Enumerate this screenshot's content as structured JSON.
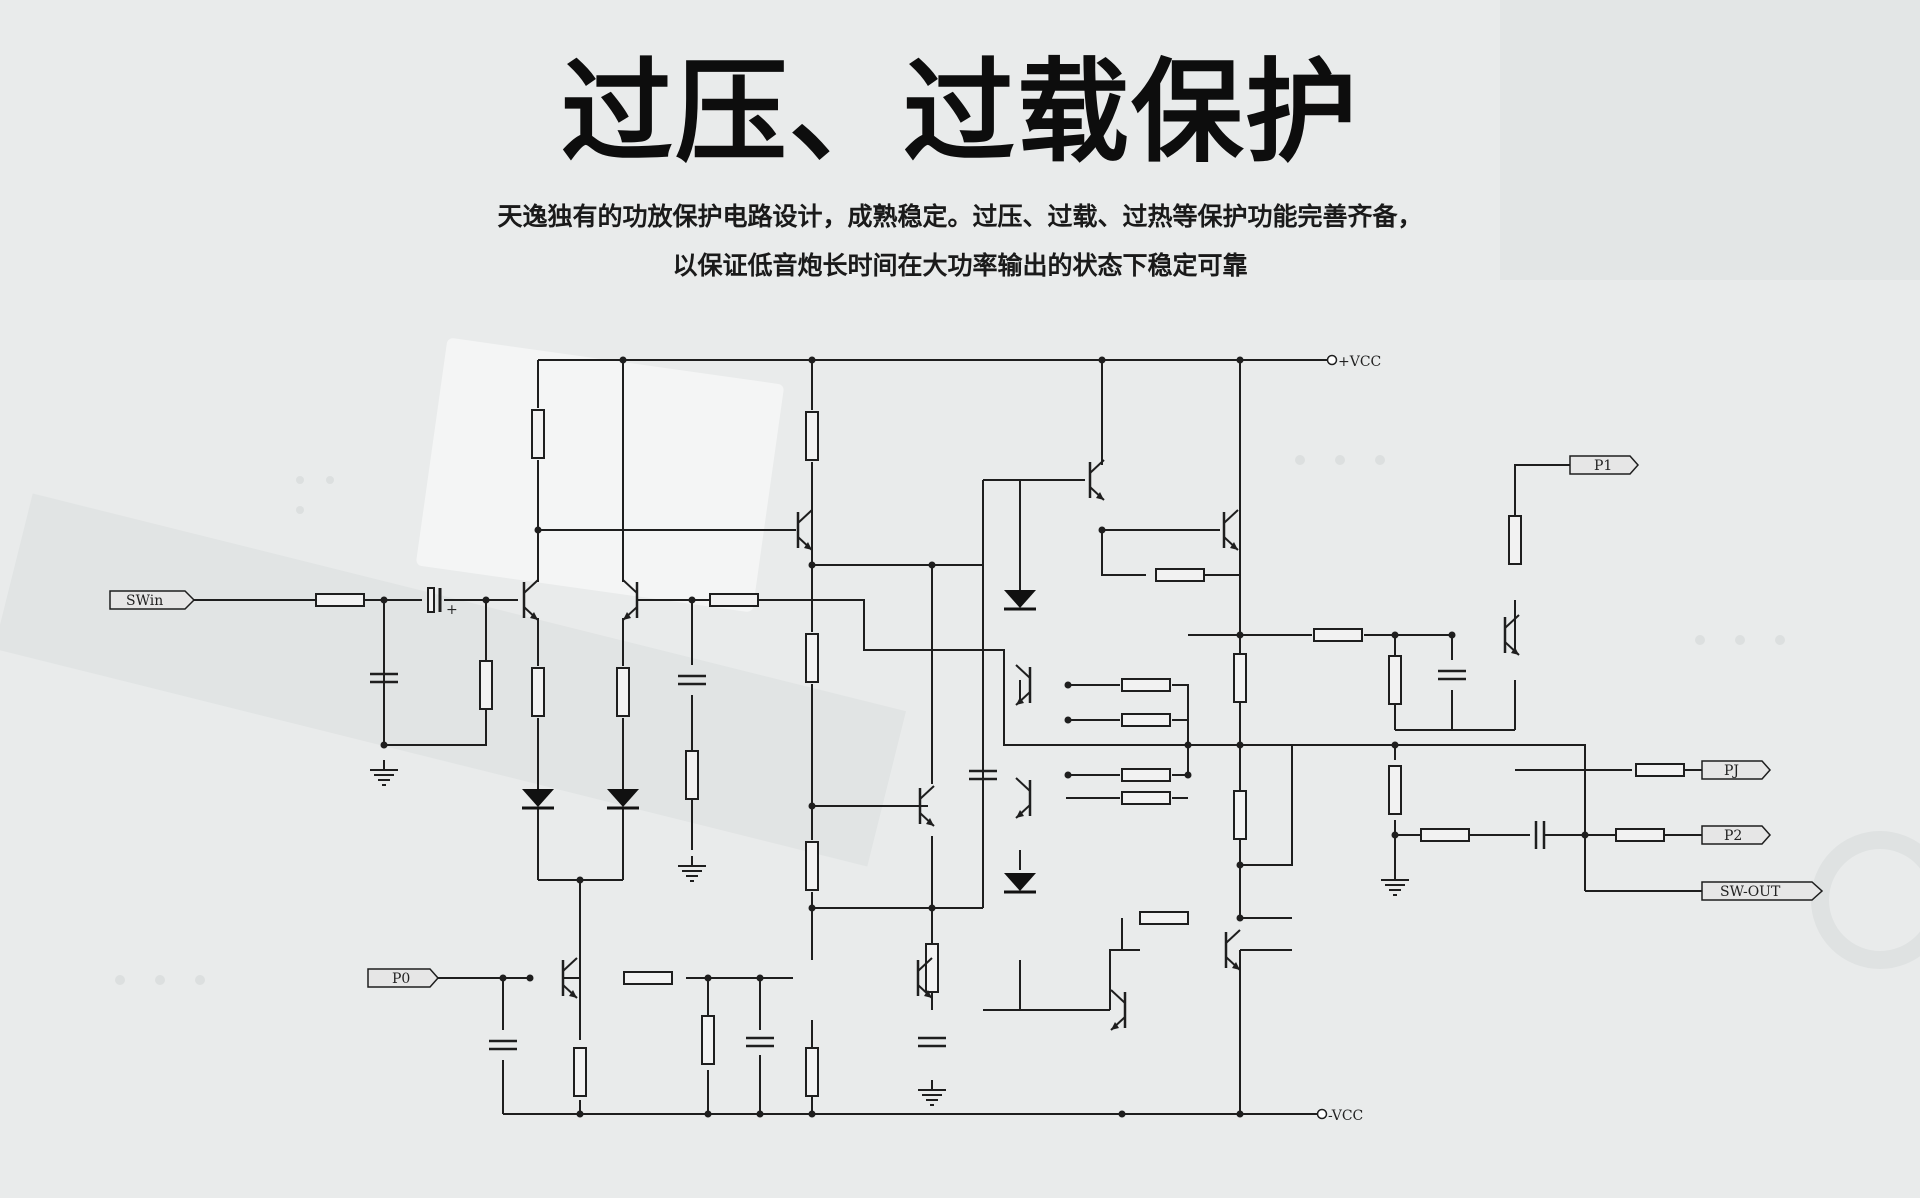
{
  "header": {
    "title": "过压、过载保护",
    "description_line1": "天逸独有的功放保护电路设计，成熟稳定。过压、过载、过热等保护功能完善齐备，",
    "description_line2": "以保证低音炮长时间在大功率输出的状态下稳定可靠"
  },
  "schematic": {
    "rails": {
      "positive": "+VCC",
      "negative": "-VCC"
    },
    "ports": {
      "input": "SWin",
      "p0": "P0",
      "p1": "P1",
      "pj": "PJ",
      "p2": "P2",
      "output": "SW-OUT"
    },
    "polarity_mark": "+"
  },
  "colors": {
    "background": "#eceeee",
    "wire": "#1e1e1e",
    "title_text": "#0d0d0d",
    "port_fill": "#e6e6e6"
  }
}
